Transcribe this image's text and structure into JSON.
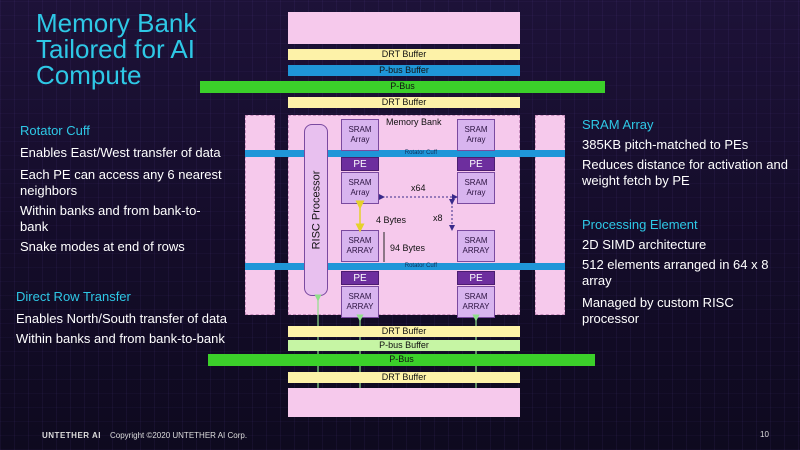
{
  "title": "Memory Bank\nTailored for AI\nCompute",
  "left": {
    "rotator_title": "Rotator Cuff",
    "rotator_items": [
      "Enables East/West transfer of data",
      "Each PE can access any 6 nearest neighbors",
      "Within banks and from bank-to-bank",
      "Snake modes at end of rows"
    ],
    "drt_title": "Direct Row Transfer",
    "drt_items": [
      "Enables North/South transfer of data",
      "Within banks and from bank-to-bank"
    ]
  },
  "right": {
    "sram_title": "SRAM Array",
    "sram_items": [
      "385KB pitch-matched to PEs",
      "Reduces distance for activation and weight fetch by PE"
    ],
    "pe_title": "Processing Element",
    "pe_items": [
      "2D SIMD architecture",
      "512 elements arranged in 64 x 8 array",
      "Managed by custom RISC processor"
    ]
  },
  "diagram": {
    "drt_buffer": "DRT Buffer",
    "pbus_buffer": "P-bus Buffer",
    "pbus": "P-Bus",
    "memory_bank": "Memory Bank",
    "risc": "RISC Processor",
    "rotator_cuff": "Rotator Cuff",
    "pe": "PE",
    "sram_line1": "SRAM",
    "sram_line2_array": "Array",
    "sram_line2_caps": "ARRAY",
    "x64": "x64",
    "x8": "x8",
    "bytes4": "4 Bytes",
    "bytes94": "94 Bytes"
  },
  "footer": {
    "brand": "UNTETHER AI",
    "copyright": "Copyright ©2020 UNTETHER AI Corp.",
    "page": "10"
  },
  "colors": {
    "accent": "#2ec8e6",
    "pink": "#f6c9ec",
    "buffer_yellow": "#fdf2a8",
    "bus_green": "#3bd02a",
    "cuff_blue": "#1f96d8",
    "pe_purple": "#6d2e9e"
  }
}
